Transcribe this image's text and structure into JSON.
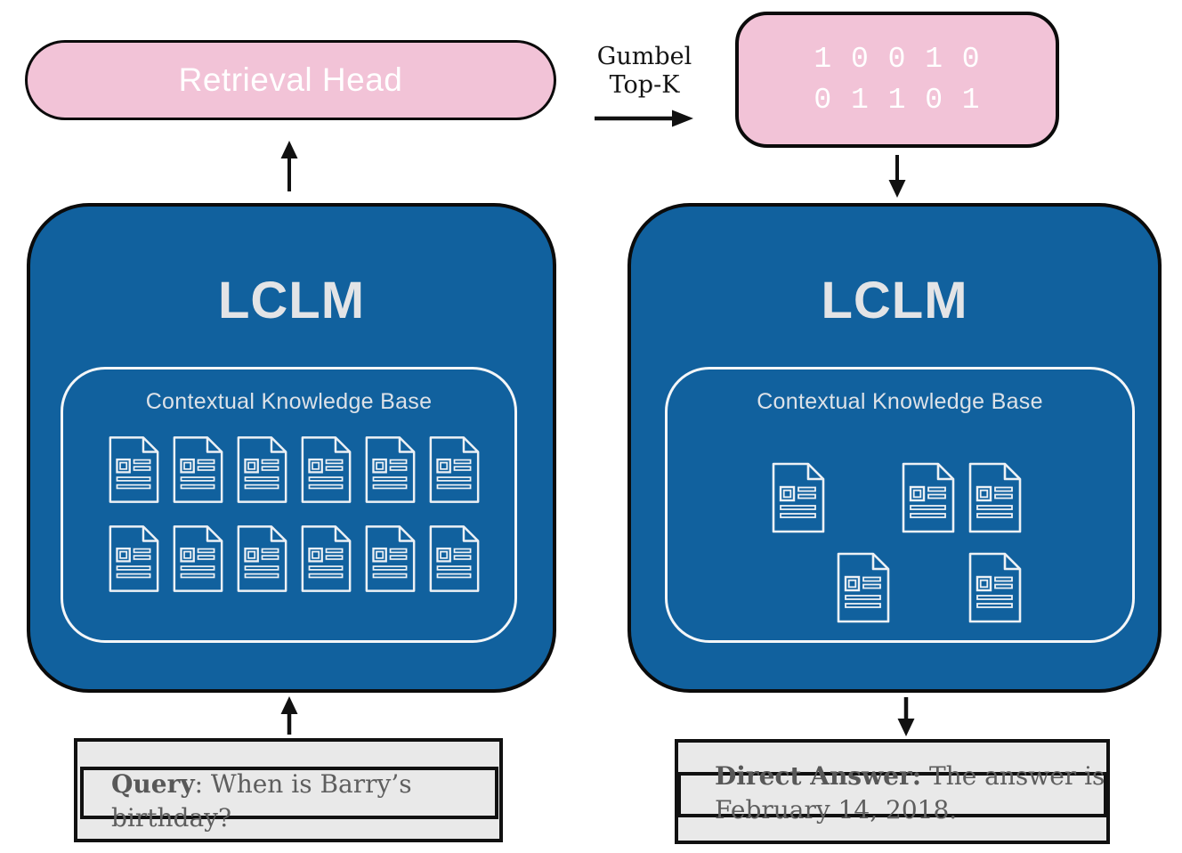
{
  "colors": {
    "model_blue": "#11619E",
    "node_pink": "#F2C3D7",
    "io_gray": "#E9E9E9",
    "light_text": "#E3E4E6",
    "dark_text": "#5E5E5E",
    "outline_black": "#0b0b0b"
  },
  "retrieval_head": {
    "label": "Retrieval Head"
  },
  "gumbel": {
    "line1": "Gumbel",
    "line2": "Top-K"
  },
  "binary_mask": {
    "line1": "1 0 0 1 0",
    "line2": "0 1 1 0 1"
  },
  "left_model": {
    "title": "LCLM",
    "kb_title": "Contextual Knowledge Base",
    "doc_count": 12
  },
  "right_model": {
    "title": "LCLM",
    "kb_title": "Contextual Knowledge Base",
    "doc_count": 5
  },
  "query": {
    "label": "Query",
    "rest": ": When is Barry’s birthday?"
  },
  "answer": {
    "label": "Direct Answer:",
    "rest": " The answer is February 14, 2018."
  }
}
